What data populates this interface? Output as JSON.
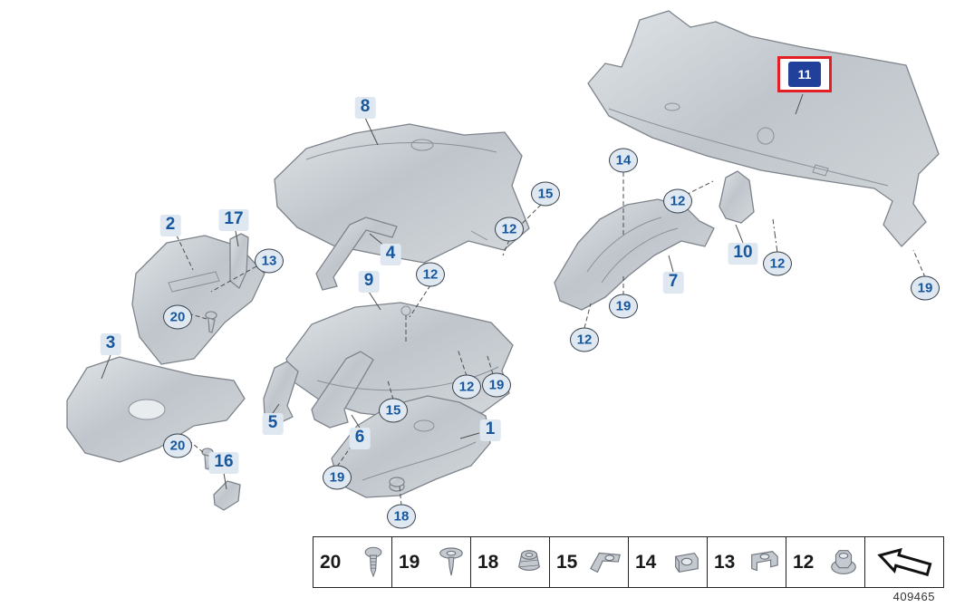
{
  "diagram": {
    "number": "409465",
    "highlighted_callout": {
      "label": "11"
    },
    "plain_callouts": [
      {
        "label": "8"
      },
      {
        "label": "2"
      },
      {
        "label": "17"
      },
      {
        "label": "4"
      },
      {
        "label": "9"
      },
      {
        "label": "3"
      },
      {
        "label": "5"
      },
      {
        "label": "6"
      },
      {
        "label": "1"
      },
      {
        "label": "16"
      },
      {
        "label": "7"
      },
      {
        "label": "10"
      }
    ],
    "circled_callouts": [
      {
        "label": "15"
      },
      {
        "label": "12"
      },
      {
        "label": "14"
      },
      {
        "label": "12"
      },
      {
        "label": "13"
      },
      {
        "label": "12"
      },
      {
        "label": "20"
      },
      {
        "label": "19"
      },
      {
        "label": "12"
      },
      {
        "label": "12"
      },
      {
        "label": "19"
      },
      {
        "label": "15"
      },
      {
        "label": "20"
      },
      {
        "label": "19"
      },
      {
        "label": "18"
      },
      {
        "label": "12"
      },
      {
        "label": "19"
      }
    ]
  },
  "legend": {
    "items": [
      {
        "label": "20",
        "icon": "screw-icon"
      },
      {
        "label": "19",
        "icon": "expanding-rivet-icon"
      },
      {
        "label": "18",
        "icon": "plastic-nut-icon"
      },
      {
        "label": "15",
        "icon": "clamp-nut-icon"
      },
      {
        "label": "14",
        "icon": "clip-nut-icon"
      },
      {
        "label": "13",
        "icon": "c-clip-icon"
      },
      {
        "label": "12",
        "icon": "hex-nut-icon"
      }
    ],
    "arrow_icon": "direction-arrow-icon"
  },
  "colors": {
    "callout_text": "#17579d",
    "callout_bg": "#dfe8f1",
    "highlight_red": "#e31e24",
    "highlight_blue": "#20409a",
    "part_fill": "#c7ccd2",
    "part_stroke": "#7e848c"
  }
}
